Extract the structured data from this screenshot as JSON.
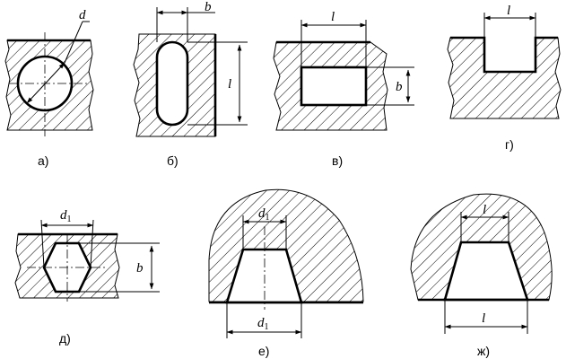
{
  "figure": {
    "panels": [
      {
        "id": "a",
        "caption": "а)",
        "dims": {
          "d": "d"
        }
      },
      {
        "id": "b",
        "caption": "б)",
        "dims": {
          "b": "b",
          "l": "l"
        }
      },
      {
        "id": "v",
        "caption": "в)",
        "dims": {
          "l": "l",
          "b": "b"
        }
      },
      {
        "id": "g",
        "caption": "г)",
        "dims": {
          "l": "l"
        }
      },
      {
        "id": "d",
        "caption": "д)",
        "dims": {
          "d1": "d",
          "d1_sub": "1",
          "b": "b"
        }
      },
      {
        "id": "e",
        "caption": "е)",
        "dims": {
          "d1_top": "d",
          "d1_top_sub": "1",
          "d1_bottom": "d",
          "d1_bottom_sub": "1"
        }
      },
      {
        "id": "zh",
        "caption": "ж)",
        "dims": {
          "l_top": "l",
          "l_bottom": "l"
        }
      }
    ]
  }
}
